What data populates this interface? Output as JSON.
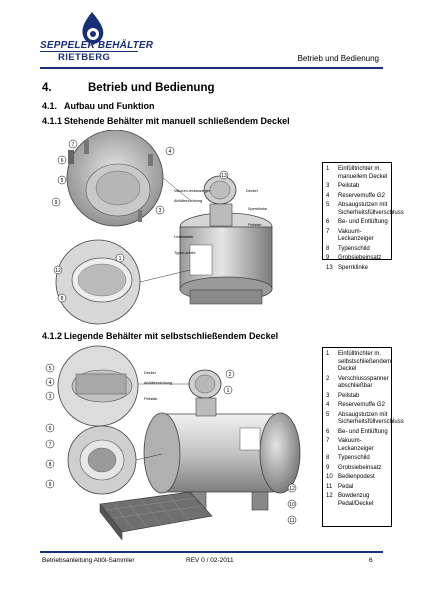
{
  "header": {
    "brand_line1": "SEPPELER BEHÄLTER",
    "brand_line2": "RIETBERG",
    "section_title": "Betrieb und Bedienung"
  },
  "headings": {
    "h1_num": "4.",
    "h1_text": "Betrieb und Bedienung",
    "h2_num": "4.1.",
    "h2_text": "Aufbau und Funktion",
    "h3a_num": "4.1.1",
    "h3a_text": "Stehende Behälter mit manuell schließendem Deckel",
    "h3b_num": "4.1.2",
    "h3b_text": "Liegende Behälter mit selbstschließendem Deckel"
  },
  "legend1": [
    {
      "n": "1",
      "t": "Einfülltrichter m. manuellem Deckel"
    },
    {
      "n": "3",
      "t": "Peilstab"
    },
    {
      "n": "4",
      "t": "Reservemuffe G2"
    },
    {
      "n": "5",
      "t": "Absaugstutzen mit Sicherheitsfüllverschluss"
    },
    {
      "n": "6",
      "t": "Be- und Entlüftung"
    },
    {
      "n": "7",
      "t": "Vakuum-Leckanzeiger"
    },
    {
      "n": "8",
      "t": "Typenschild"
    },
    {
      "n": "9",
      "t": "Grobsiebeinsatz"
    },
    {
      "n": "13",
      "t": "Sperrklinke"
    }
  ],
  "legend2": [
    {
      "n": "1",
      "t": "Einfülltrichter m. selbstschließendem Deckel"
    },
    {
      "n": "2",
      "t": "Verschlussspanner abschließbar"
    },
    {
      "n": "3",
      "t": "Peilstab"
    },
    {
      "n": "4",
      "t": "Reservemuffe G2"
    },
    {
      "n": "5",
      "t": "Absaugstutzen mit Sicherheitsfüllverschluss"
    },
    {
      "n": "6",
      "t": "Be- und Entlüftung"
    },
    {
      "n": "7",
      "t": "Vakuum-Leckanzeiger"
    },
    {
      "n": "8",
      "t": "Typenschild"
    },
    {
      "n": "9",
      "t": "Grobsiebeinsatz"
    },
    {
      "n": "10",
      "t": "Bedienpodest"
    },
    {
      "n": "11",
      "t": "Pedal"
    },
    {
      "n": "12",
      "t": "Bowdenzug Pedal/Deckel"
    }
  ],
  "callouts_top": [
    "7",
    "6",
    "5",
    "4",
    "3",
    "9",
    "13",
    "12",
    "8",
    "1"
  ],
  "callouts_bottom": [
    "5",
    "4",
    "3",
    "6",
    "7",
    "2",
    "1",
    "8",
    "9",
    "10",
    "11",
    "12"
  ],
  "small_labels_top": [
    "Vakuum-leckanzeiger",
    "Abfülleinrichtung",
    "Deckel",
    "Sperrklinke",
    "Peilstab",
    "Lichtmaster",
    "Typen-schild"
  ],
  "small_labels_bottom": [
    "Deckel",
    "Abfülleinrichtung",
    "Peilstab"
  ],
  "footer": {
    "left": "Betriebsanleitung Altöl-Sammler",
    "mid": "REV 0 / 02-2011",
    "right": "6"
  },
  "colors": {
    "brand_blue": "#1a2f7a",
    "rule": "#1a2f7a"
  }
}
